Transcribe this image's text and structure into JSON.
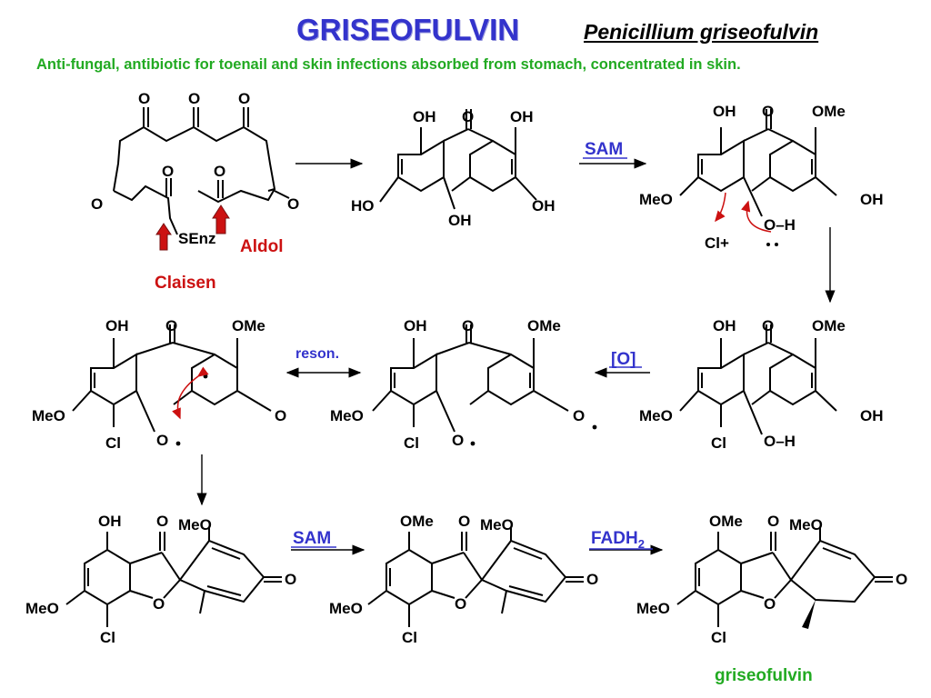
{
  "header": {
    "title": "GRISEOFULVIN",
    "organism": "Penicillium griseofulvin",
    "subtitle": "Anti-fungal,  antibiotic for toenail and skin infections absorbed from stomach, concentrated in skin."
  },
  "labels": {
    "claisen": "Claisen",
    "aldol": "Aldol",
    "senz": "SEnz",
    "cl_plus": "Cl+",
    "reson": "reson.",
    "ox": "[O]",
    "sam1": "SAM",
    "sam2": "SAM",
    "fadh": "FADH",
    "fadh_sub": "2",
    "product": "griseofulvin"
  },
  "atoms": {
    "O": "O",
    "OH": "OH",
    "HO": "HO",
    "OMe": "OMe",
    "MeO": "MeO",
    "Cl": "Cl",
    "H": "H",
    "O_H": "O–H",
    "Odot": "O"
  },
  "colors": {
    "title": "#3333cc",
    "subtitle": "#22aa22",
    "reagent": "#3333cc",
    "enzyme_label": "#cc1111",
    "arrow_marker": "#cc1111"
  }
}
